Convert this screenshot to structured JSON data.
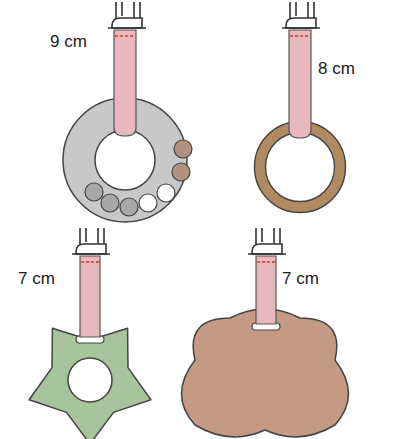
{
  "diagram": {
    "labels": [
      "9 cm",
      "8 cm",
      "7 cm",
      "7 cm"
    ]
  }
}
